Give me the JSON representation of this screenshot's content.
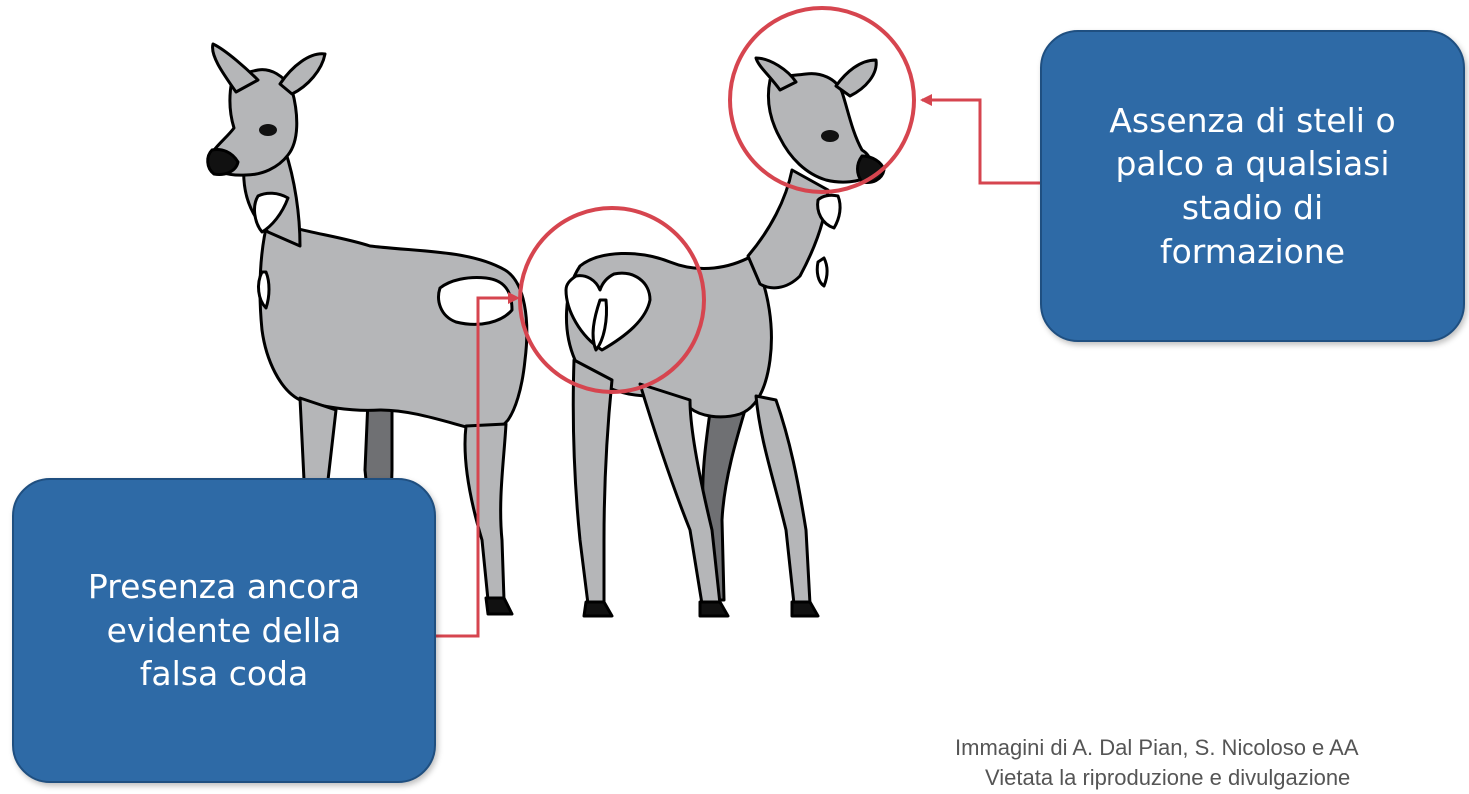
{
  "colors": {
    "callout_fill": "#2e6aa6",
    "callout_text": "#ffffff",
    "highlight_circle": "#d6454f",
    "connector": "#d6454f",
    "animal_body": "#b5b6b8",
    "animal_dark": "#6f7073",
    "outline": "#000000"
  },
  "callouts": {
    "top_right": {
      "lines": [
        "Assenza di steli o",
        "palco a qualsiasi",
        "stadio di",
        "formazione"
      ]
    },
    "bottom_left": {
      "lines": [
        "Presenza ancora",
        "evidente della",
        "falsa coda"
      ]
    }
  },
  "credits": {
    "line1": "Immagini di A. Dal Pian, S. Nicoloso e AA",
    "line2": "Vietata la riproduzione e divulgazione"
  },
  "figure": {
    "subject": "two roe deer (side view and rear view), grey body with white rump patch",
    "icons": [
      "deer-left-illustration",
      "deer-right-illustration"
    ]
  }
}
